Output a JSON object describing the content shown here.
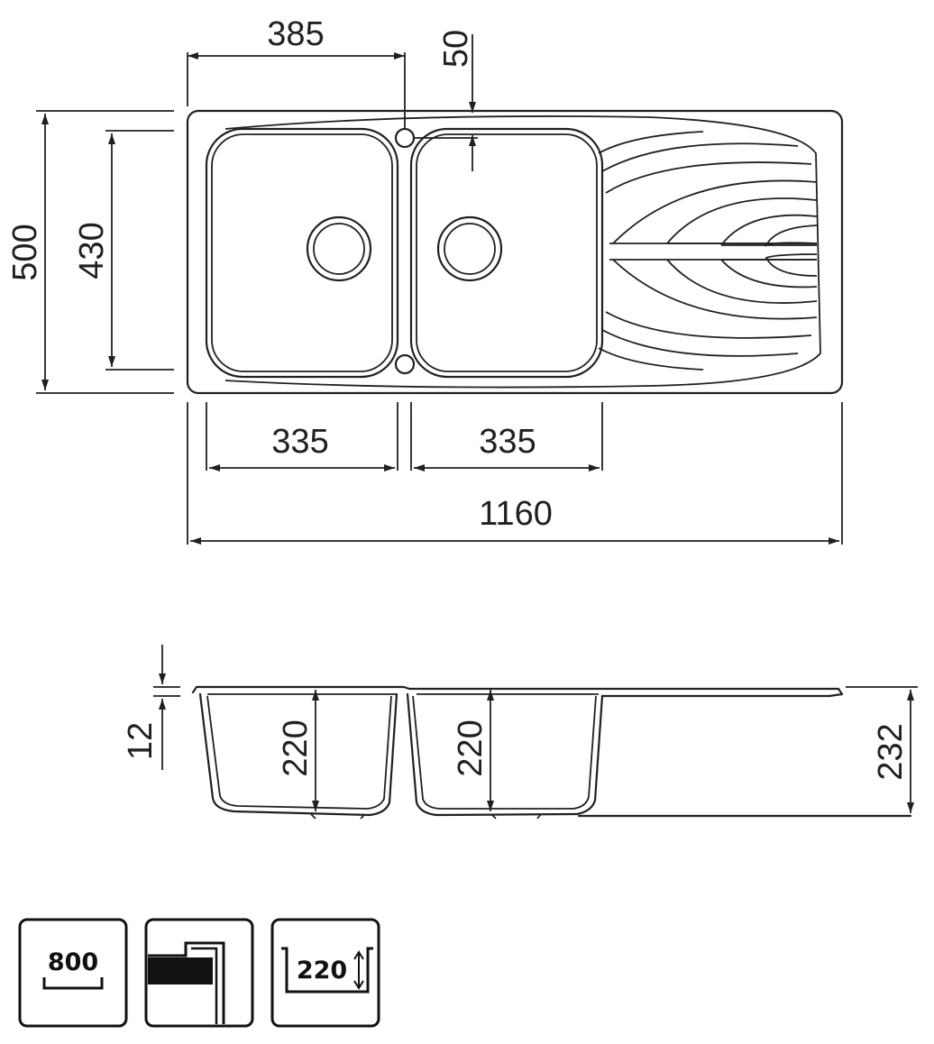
{
  "top_view": {
    "overall_width": "1160",
    "overall_depth": "500",
    "bowl_depth": "430",
    "bowl_left_width": "335",
    "bowl_right_width": "335",
    "tap_hole_position": "385",
    "tap_hole_offset": "50"
  },
  "side_view": {
    "rim_thickness": "12",
    "bowl_left_depth": "220",
    "bowl_right_depth": "220",
    "total_height": "232"
  },
  "icons": [
    {
      "name": "min-cabinet-icon",
      "label": "800"
    },
    {
      "name": "inset-mounting-icon",
      "label": ""
    },
    {
      "name": "bowl-depth-icon",
      "label": "220"
    }
  ],
  "colors": {
    "line": "#231f20",
    "background": "#ffffff"
  }
}
